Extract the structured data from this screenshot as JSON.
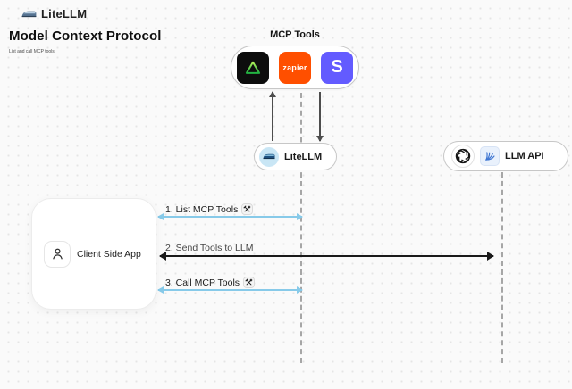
{
  "header": {
    "brand": "LiteLLM",
    "title": "Model Context Protocol",
    "subtitle": "List and call MCP tools"
  },
  "mcp": {
    "label": "MCP Tools",
    "tools": [
      {
        "name": "green-triangle-tool"
      },
      {
        "name": "zapier",
        "label": "zapier"
      },
      {
        "name": "stripe",
        "label": "S"
      }
    ]
  },
  "nodes": {
    "litellm": {
      "label": "LiteLLM"
    },
    "llm_api": {
      "label": "LLM API"
    },
    "client": {
      "label": "Client Side App"
    }
  },
  "messages": [
    {
      "label": "1. List MCP Tools",
      "style": "blue",
      "has_tool_icon": true
    },
    {
      "label": "2. Send Tools to LLM",
      "style": "black",
      "has_tool_icon": false
    },
    {
      "label": "3. Call MCP Tools",
      "style": "blue",
      "has_tool_icon": true
    }
  ],
  "colors": {
    "background": "#fafafa",
    "arrow_blue": "#87cae9",
    "arrow_black": "#1a1a1a",
    "lifeline_gray": "#a6a6a6",
    "zapier_orange": "#ff4f00",
    "stripe_indigo": "#635bff",
    "tool_black": "#0d0d0d",
    "tool_green": "#3fcf4e",
    "litellm_logo_blue": "#c9e6f5"
  }
}
